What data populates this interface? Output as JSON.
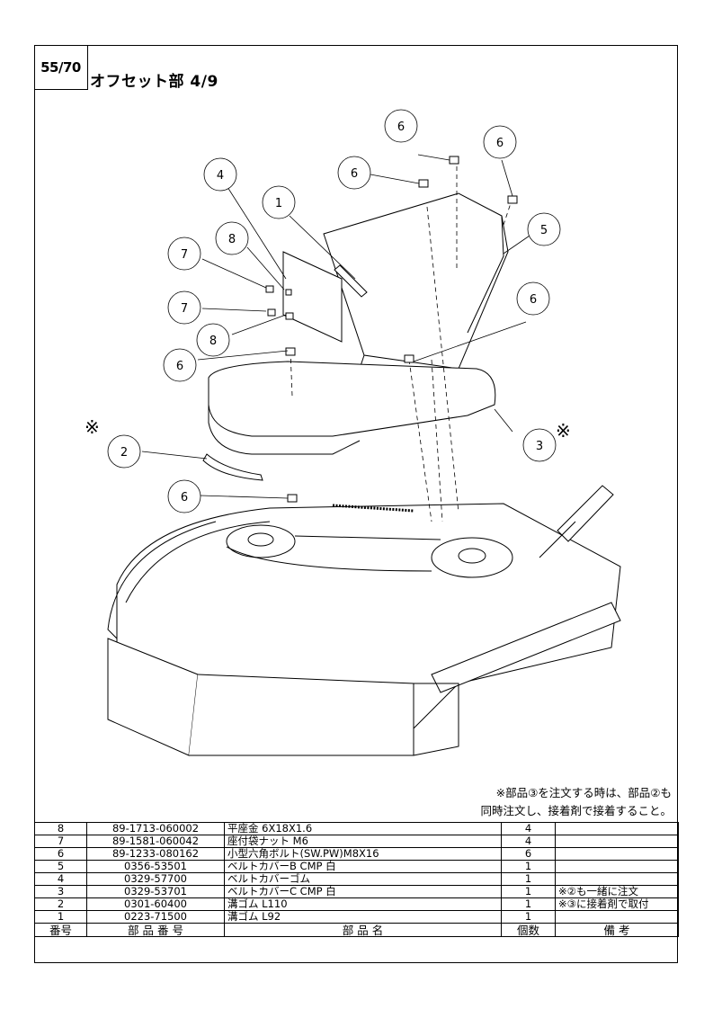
{
  "header": {
    "page_no": "55/70",
    "title": "オフセット部 4/9"
  },
  "callouts": [
    "1",
    "2",
    "3",
    "4",
    "5",
    "6",
    "7",
    "8"
  ],
  "asterisk": "※",
  "note": {
    "line1": "※部品③を注文する時は、部品②も",
    "line2": "同時注文し、接着剤で接着すること。"
  },
  "table": {
    "headers": [
      "番号",
      "部 品 番 号",
      "部 品 名",
      "個数",
      "備 考"
    ],
    "rows": [
      {
        "no": "8",
        "part": "89-1713-060002",
        "name": "平座金 6X18X1.6",
        "qty": "4",
        "remark": ""
      },
      {
        "no": "7",
        "part": "89-1581-060042",
        "name": "座付袋ナット M6",
        "qty": "4",
        "remark": ""
      },
      {
        "no": "6",
        "part": "89-1233-080162",
        "name": "小型六角ボルト(SW.PW)M8X16",
        "qty": "6",
        "remark": ""
      },
      {
        "no": "5",
        "part": "0356-53501",
        "name": "ベルトカバーB CMP 白",
        "qty": "1",
        "remark": ""
      },
      {
        "no": "4",
        "part": "0329-57700",
        "name": "ベルトカバーゴム",
        "qty": "1",
        "remark": ""
      },
      {
        "no": "3",
        "part": "0329-53701",
        "name": "ベルトカバーC CMP 白",
        "qty": "1",
        "remark": "※②も一緒に注文"
      },
      {
        "no": "2",
        "part": "0301-60400",
        "name": "溝ゴム L110",
        "qty": "1",
        "remark": "※③に接着剤で取付"
      },
      {
        "no": "1",
        "part": "0223-71500",
        "name": "溝ゴム L92",
        "qty": "1",
        "remark": ""
      }
    ]
  }
}
